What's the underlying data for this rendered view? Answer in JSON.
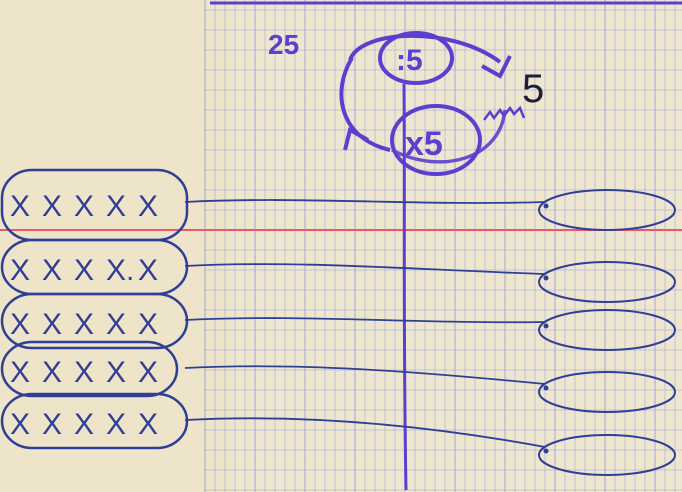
{
  "paper": {
    "color": "#f1ead6",
    "grid_color": "#9aa7d8",
    "margin_line_color": "#e85a6a",
    "ink_blue": "#2f3f96",
    "ink_purple": "#5b3fd0",
    "ink_black": "#1d1f3a"
  },
  "annotations": {
    "number_total": "25",
    "cycle_top": ":5",
    "cycle_result": "5",
    "cycle_bottom": "x5",
    "mark_x": "X"
  },
  "groups": [
    {
      "marks": [
        "X",
        "X",
        "X",
        "X",
        "X"
      ]
    },
    {
      "marks": [
        "X",
        "X",
        "X",
        "X.",
        "X"
      ]
    },
    {
      "marks": [
        "X",
        "X",
        "X",
        "X",
        "X"
      ]
    },
    {
      "marks": [
        "X",
        "X",
        "X",
        "X",
        "X"
      ]
    },
    {
      "marks": [
        "X",
        "X",
        "X",
        "X",
        "X"
      ]
    }
  ]
}
